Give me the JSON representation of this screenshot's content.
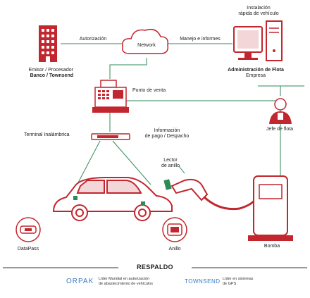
{
  "nodes": {
    "issuer": {
      "line1": "Emisor / Procesador",
      "line2": "Banco / Townsend"
    },
    "network": {
      "label": "Network"
    },
    "install": {
      "line1": "Instalación",
      "line2": "rápida de vehículo"
    },
    "fleet_admin": {
      "line1": "Administración de Flota",
      "line2": "Empresa"
    },
    "pos": {
      "label": "Punto de venta"
    },
    "fleet_manager": {
      "label": "Jefe de flota"
    },
    "wireless": {
      "label": "Terminal Inalámbrica"
    },
    "payment_info": {
      "line1": "Información",
      "line2": "de pago / Despacho"
    },
    "ring_reader": {
      "line1": "Lector",
      "line2": "de anillo"
    },
    "datapass": {
      "label": "DataPass"
    },
    "ring": {
      "label": "Anillo"
    },
    "pump": {
      "label": "Bomba"
    }
  },
  "edges": {
    "authorization": "Autorización",
    "management": "Manejo e informes"
  },
  "footer": {
    "title": "RESPALDO",
    "orpak_logo": "ORPAK",
    "orpak_text_1": "Líder Mundial en autorización",
    "orpak_text_2": "de abastecimiento de vehículos",
    "townsend_logo": "TOWNSEND",
    "townsend_text_1": "Líder en sistemas",
    "townsend_text_2": "de GPS"
  },
  "colors": {
    "accent": "#c2262e",
    "line": "#2e8b57",
    "dark": "#333333"
  }
}
